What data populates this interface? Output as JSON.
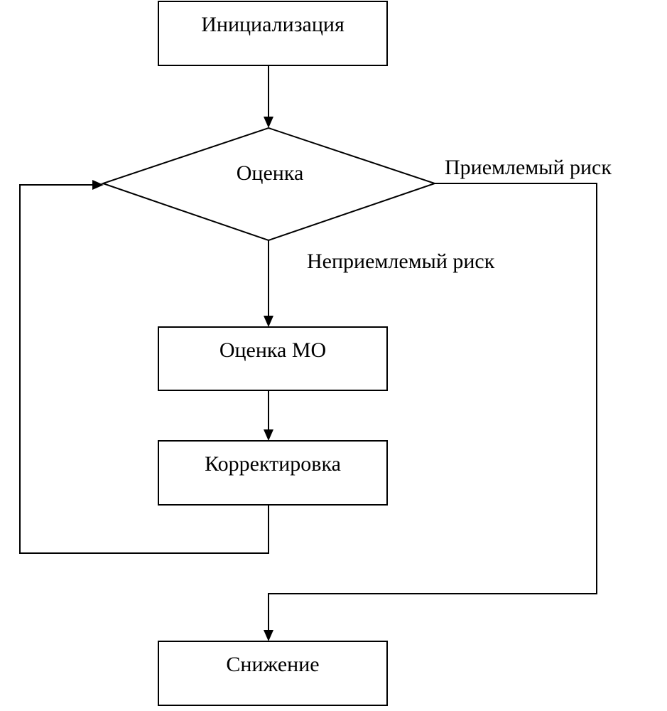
{
  "nodes": {
    "init": "Инициализация",
    "assessment": "Оценка",
    "assessment_mo": "Оценка МО",
    "correction": "Корректировка",
    "reduction": "Снижение"
  },
  "edge_labels": {
    "acceptable": "Приемлемый риск",
    "unacceptable": "Неприемлемый риск"
  }
}
